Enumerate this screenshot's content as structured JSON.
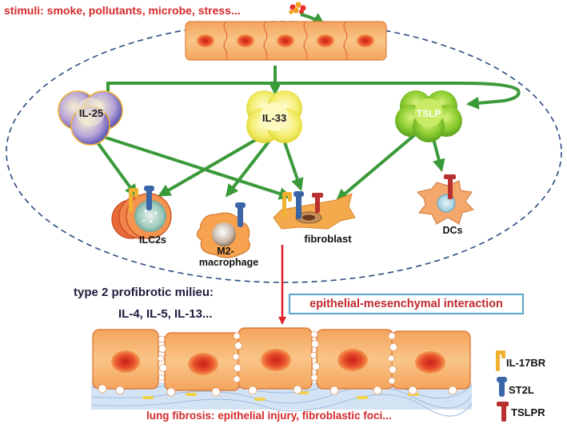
{
  "header": {
    "stimuli": "stimuli: smoke,  pollutants, microbe, stress..."
  },
  "cytokines": {
    "il25": "IL-25",
    "il33": "IL-33",
    "tslp": "TSLP"
  },
  "cells": {
    "ilc2s": "ILC2s",
    "m2_line1": "M2-",
    "m2_line2": "macrophage",
    "fibroblast": "fibroblast",
    "dcs": "DCs"
  },
  "milieu": {
    "line1": "type 2 profibrotic milieu:",
    "line2": "IL-4, IL-5, IL-13..."
  },
  "interaction": "epithelial-mesenchymal interaction",
  "footer": "lung fibrosis: epithelial injury, fibroblastic foci...",
  "legend": {
    "il17br": "IL-17BR",
    "st2l": "ST2L",
    "tslpr": "TSLPR"
  },
  "colors": {
    "arrow": "#3a9a3a",
    "red_arrow": "#e0202a",
    "il17br": "#f0b030",
    "st2l": "#3a66a8",
    "tslpr": "#b83030",
    "cell_fill": "#f6b46c",
    "nucleus": "#e0402c"
  }
}
